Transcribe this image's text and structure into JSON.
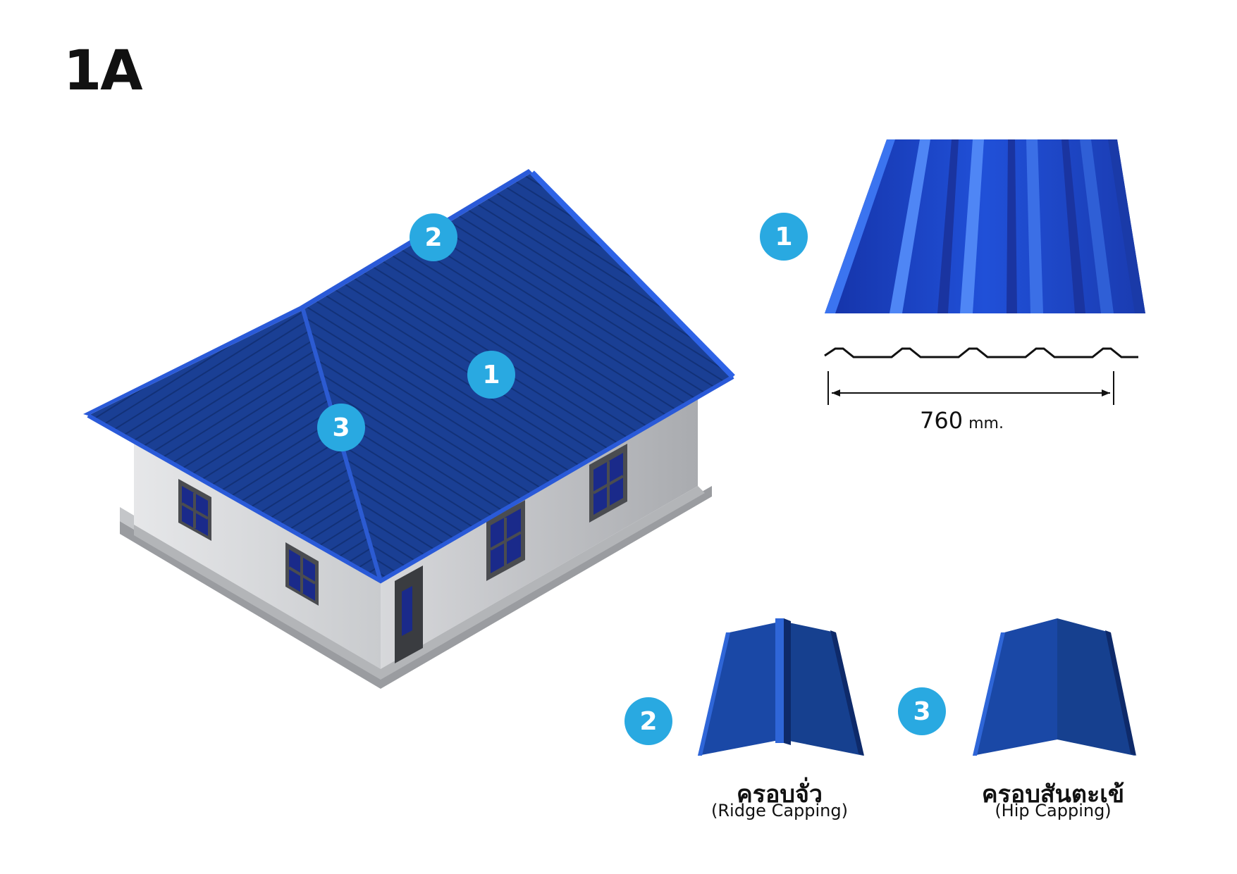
{
  "title": "1A",
  "badges": {
    "house_roof": "1",
    "house_ridge": "2",
    "house_hip": "3",
    "sheet": "1",
    "ridge_cap": "2",
    "hip_cap": "3"
  },
  "dimension": {
    "value": "760",
    "unit": "mm."
  },
  "ridge_capping": {
    "thai": "ครอบจั่ว",
    "english": "(Ridge Capping)"
  },
  "hip_capping": {
    "thai": "ครอบสันตะเข้",
    "english": "(Hip Capping)"
  },
  "colors": {
    "badge": "#29a9e1",
    "roof": "#1a3f94",
    "sheet": "#1f47c2",
    "wall": "#cfd1d4"
  },
  "icons": [
    "house-illustration",
    "roof-sheet-illustration",
    "ridge-cap-illustration",
    "hip-cap-illustration"
  ]
}
